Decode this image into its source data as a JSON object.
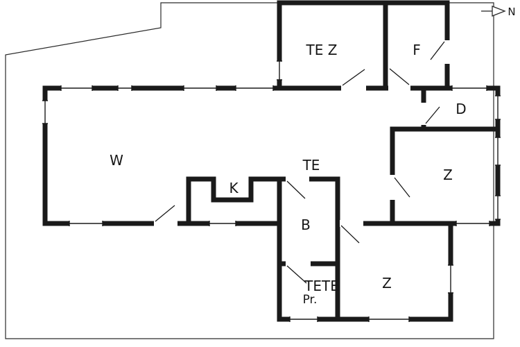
{
  "page": {
    "background": "#ffffff"
  },
  "plan": {
    "wall_color": "#1a1a1a",
    "boundary_color": "#2a2a2a",
    "window_symbol": "thin line with end jambs in wall gap",
    "door_symbol": "wall gap with diagonal swing line"
  },
  "compass": {
    "label": "N"
  },
  "rooms": {
    "annex_left": {
      "label": "TE Z"
    },
    "annex_right": {
      "label": "F"
    },
    "d": {
      "label": "D"
    },
    "z_east": {
      "label": "Z"
    },
    "living": {
      "label": "W"
    },
    "kitchen": {
      "label": "K"
    },
    "hall": {
      "label": "TE"
    },
    "bath": {
      "label": "B"
    },
    "utility_line1": {
      "label": "TETE"
    },
    "utility_line2": {
      "label": "Pr."
    },
    "z_south": {
      "label": "Z"
    }
  }
}
